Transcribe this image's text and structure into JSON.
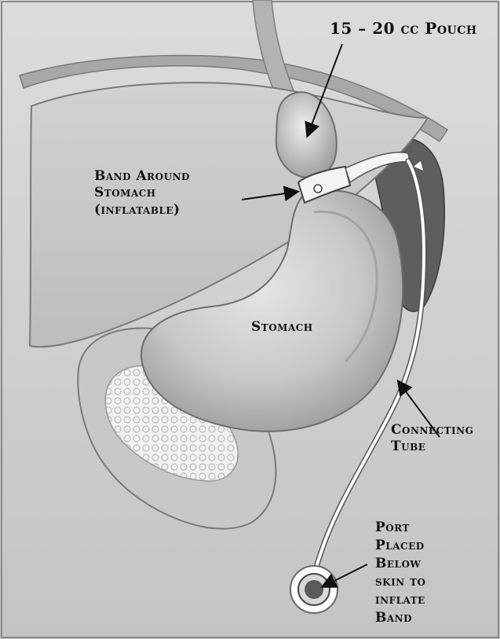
{
  "labels": {
    "pouch": "15 – 20 cc Pouch",
    "band_line1": "Band Around",
    "band_line2": "Stomach",
    "band_line3": "(inflatable)",
    "stomach": "Stomach",
    "tube_line1": "Connecting",
    "tube_line2": "Tube",
    "port_line1": "Port",
    "port_line2": "Placed",
    "port_line3": "Below",
    "port_line4": "skin to",
    "port_line5": "inflate",
    "port_line6": "Band"
  }
}
